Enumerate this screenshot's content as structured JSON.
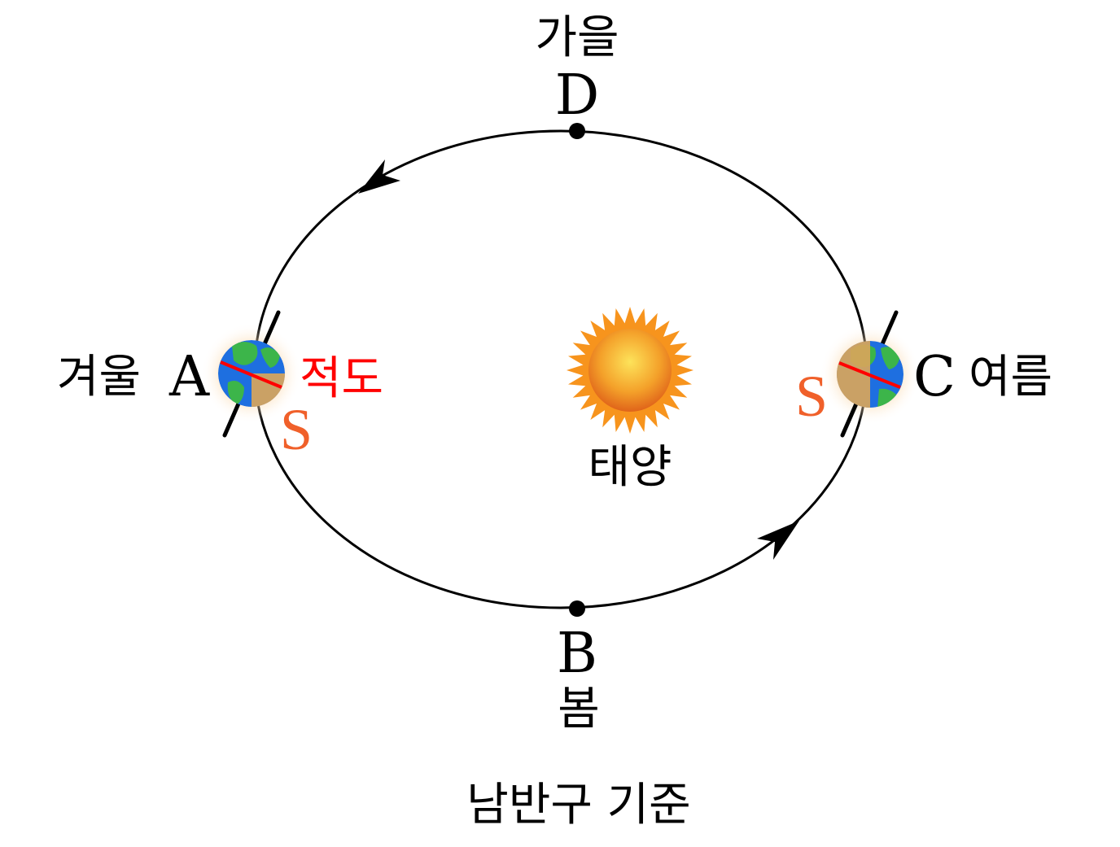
{
  "labels": {
    "autumn": "가을",
    "point_d": "D",
    "winter": "겨울",
    "point_a": "A",
    "equator": "적도",
    "s_left": "S",
    "summer": "여름",
    "point_c": "C",
    "s_right": "S",
    "sun": "태양",
    "point_b": "B",
    "spring": "봄",
    "caption": "남반구 기준"
  },
  "colors": {
    "orbit": "#000000",
    "equator_line": "#ff0000",
    "s_label": "#f0602a",
    "sun_outer": "#f7941d",
    "sun_inner": "#fde35a",
    "ocean": "#1e6fe0",
    "land": "#3cb54a",
    "shadow": "#d9a55a"
  }
}
